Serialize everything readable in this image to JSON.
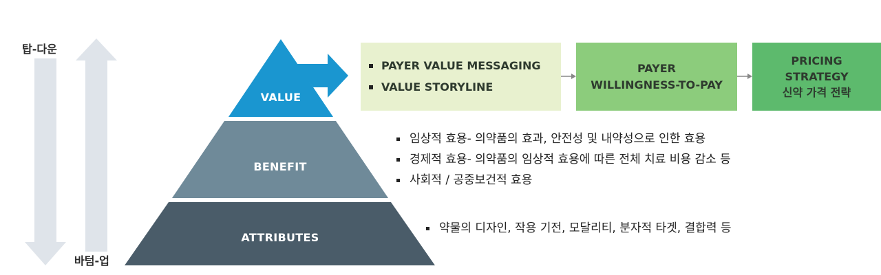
{
  "side_labels": {
    "top_down": "탑-다운",
    "bottom_up": "바텀-업"
  },
  "pyramid": {
    "value": "VALUE",
    "benefit": "BENEFIT",
    "attributes": "ATTRIBUTES"
  },
  "boxes": {
    "payer_value_items": [
      "PAYER VALUE MESSAGING",
      "VALUE STORYLINE"
    ],
    "payer_wtp": [
      "PAYER",
      "WILLINGNESS-TO-PAY"
    ],
    "pricing": [
      "PRICING",
      "STRATEGY",
      "신약 가격 전략"
    ]
  },
  "benefit_bullets": [
    "임상적 효용- 의약품의 효과, 안전성 및 내약성으로 인한 효용",
    "경제적 효용- 의약품의 임상적 효용에 따른 전체 치료 비용 감소 등",
    "사회적 / 공중보건적 효용"
  ],
  "attribute_bullets": [
    "약물의 디자인, 작용 기전, 모달리티, 분자적 타겟, 결합력 등"
  ],
  "colors": {
    "value": "#1a96d0",
    "benefit": "#6f8a99",
    "attributes": "#4a5c69",
    "box1": "#e8f1cf",
    "box2": "#8ccc7c",
    "box3": "#5dba6d",
    "side_arrow": "#dfe4ea",
    "connector": "#888888"
  }
}
